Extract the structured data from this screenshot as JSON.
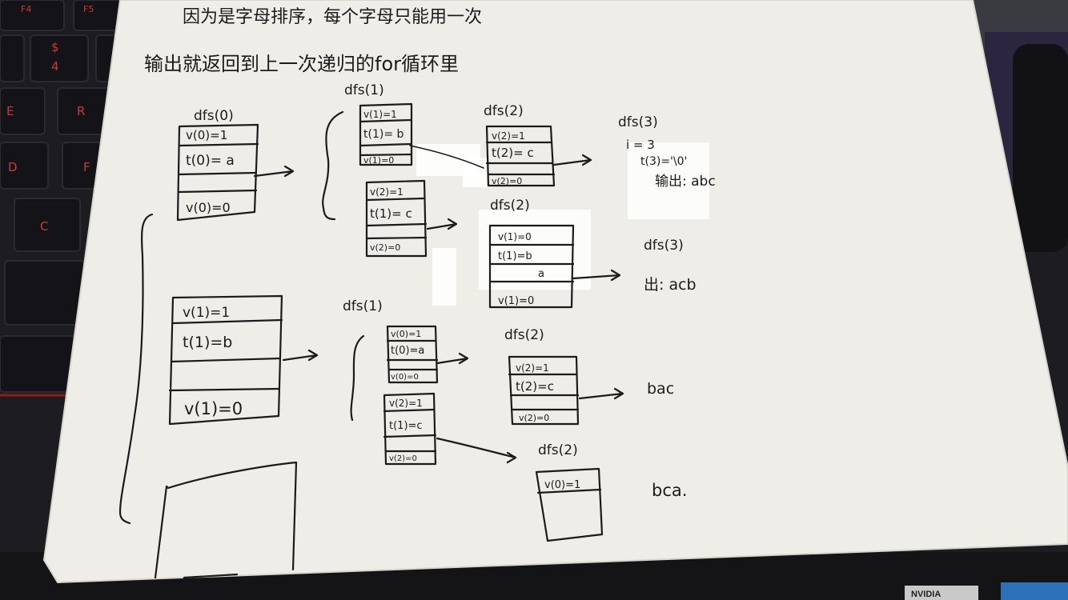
{
  "keyboard": {
    "keys": [
      "F4",
      "F5",
      "$",
      "4",
      "E",
      "R",
      "D",
      "F",
      "C"
    ]
  },
  "laptop_badge": "NVIDIA",
  "notes": {
    "line1": "因为是字母排序，每个字母只能用一次",
    "line2": "输出就返回到上一次递归的for循环里",
    "top_block": {
      "dfs0": {
        "label": "dfs(0)",
        "rows": [
          "v(0)=1",
          "t(0)= a",
          "",
          "v(0)=0"
        ]
      },
      "dfs1_a": {
        "label": "dfs(1)",
        "rows": [
          "v(1)=1",
          "t(1)= b",
          "v(1)=0"
        ]
      },
      "dfs1_b": {
        "rows": [
          "v(2)=1",
          "t(1)= c",
          "v(2)=0"
        ]
      },
      "dfs2_a": {
        "label": "dfs(2)",
        "rows": [
          "v(2)=1",
          "t(2)= c",
          "v(2)=0"
        ]
      },
      "dfs3_a": {
        "label": "dfs(3)",
        "rows": [
          "i = 3",
          "t(3)='\\0'",
          "输出: abc"
        ]
      },
      "dfs2_b": {
        "label": "dfs(2)",
        "rows": [
          "v(1)=0",
          "t(1)=b",
          "a",
          "v(1)=0"
        ]
      },
      "dfs3_b": {
        "label": "dfs(3)",
        "out": "出: acb"
      }
    },
    "bottom_block": {
      "main": {
        "rows": [
          "v(1)=1",
          "t(1)=b",
          "",
          "v(1)=0"
        ]
      },
      "dfs1": {
        "label": "dfs(1)",
        "rows": [
          "v(0)=1",
          "t(0)=a",
          "v(0)=0"
        ]
      },
      "dfs1_b": {
        "rows": [
          "v(2)=1",
          "t(1)=c",
          "v(2)=0"
        ]
      },
      "dfs2_a": {
        "label": "dfs(2)",
        "rows": [
          "v(2)=1",
          "t(2)=c",
          "v(2)=0"
        ],
        "out": "bac"
      },
      "dfs2_b": {
        "label": "dfs(2)",
        "rows": [
          "v(0)=1"
        ],
        "out": "bca."
      }
    }
  }
}
